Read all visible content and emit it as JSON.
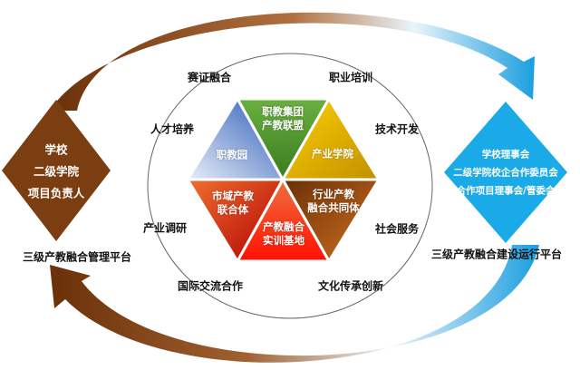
{
  "hexagon": [
    {
      "label": "职教集团\n产教联盟",
      "line1": "职教集团",
      "line2": "产教联盟",
      "color": "#5a9a2e"
    },
    {
      "label": "产业学院",
      "line1": "产业学院",
      "color": "#e8b000"
    },
    {
      "label": "行业产教融合共同体",
      "line1": "行业产教",
      "line2": "融合共同体",
      "color": "#8b4a12"
    },
    {
      "label": "产教融合实训基地",
      "line1": "产教融合",
      "line2": "实训基地",
      "color": "#e82010"
    },
    {
      "label": "市域产教联合体",
      "line1": "市域产教",
      "line2": "联合体",
      "color": "#c0301a"
    },
    {
      "label": "职教园",
      "line1": "职教园",
      "color": "#4a78c8"
    }
  ],
  "functions": [
    "赛证融合",
    "职业培训",
    "人才培养",
    "技术开发",
    "产业调研",
    "社会服务",
    "国际交流合作",
    "文化传承创新"
  ],
  "left_platform": {
    "items": [
      "学校",
      "二级学院",
      "项目负责人"
    ],
    "caption": "三级产教融合管理平台",
    "color": "#7a3e10"
  },
  "right_platform": {
    "items": [
      "学校理事会",
      "二级学院校企合作委员会",
      "合作项目理事会/管委会"
    ],
    "caption": "三级产教融合建设运行平台",
    "color": "#1aaae8"
  }
}
